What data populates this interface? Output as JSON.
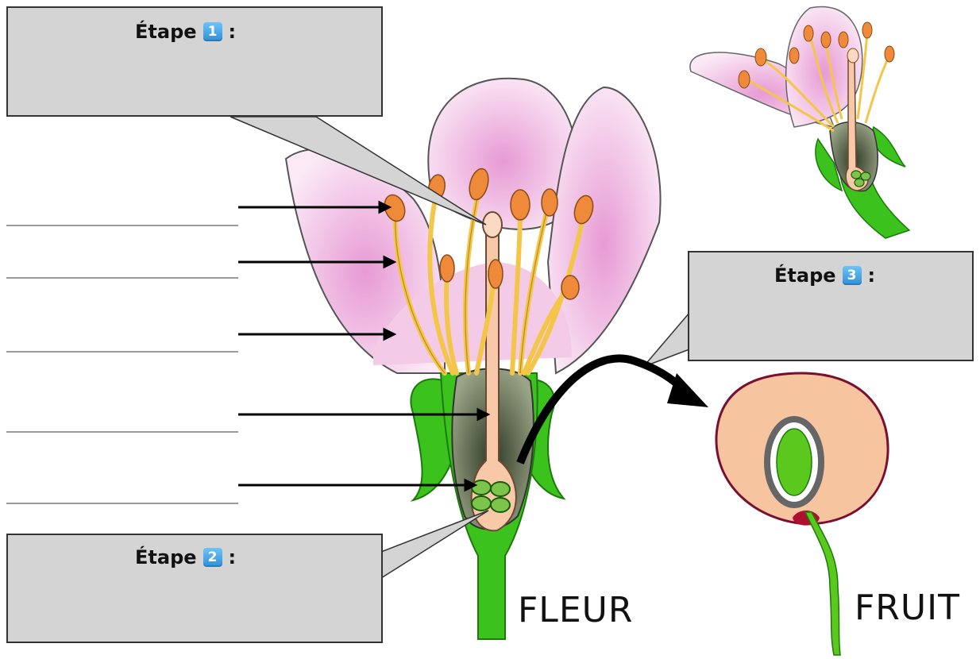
{
  "steps": [
    {
      "label": "Étape",
      "number": "1",
      "suffix": ":"
    },
    {
      "label": "Étape",
      "number": "2",
      "suffix": ":"
    },
    {
      "label": "Étape",
      "number": "3",
      "suffix": ":"
    }
  ],
  "labels": {
    "flower": "FLEUR",
    "fruit": "FRUIT"
  },
  "answer_lines": [
    "",
    "",
    "",
    "",
    ""
  ],
  "colors": {
    "petal": "#f0c8e6",
    "petal_outline": "#555555",
    "anther": "#ee8a3a",
    "filament": "#f3c64a",
    "style": "#f7c9a8",
    "ovary": "#5e6a4e",
    "ovule": "#7cc44a",
    "stem": "#3cc21c",
    "fruit_flesh": "#f7c4a0",
    "fruit_skin": "#7a1030",
    "callout": "#d4d4d4",
    "badge": "#3a9be0"
  },
  "icons": [
    "arrow-right-icon",
    "curved-arrow-icon",
    "number-badge-icon"
  ]
}
